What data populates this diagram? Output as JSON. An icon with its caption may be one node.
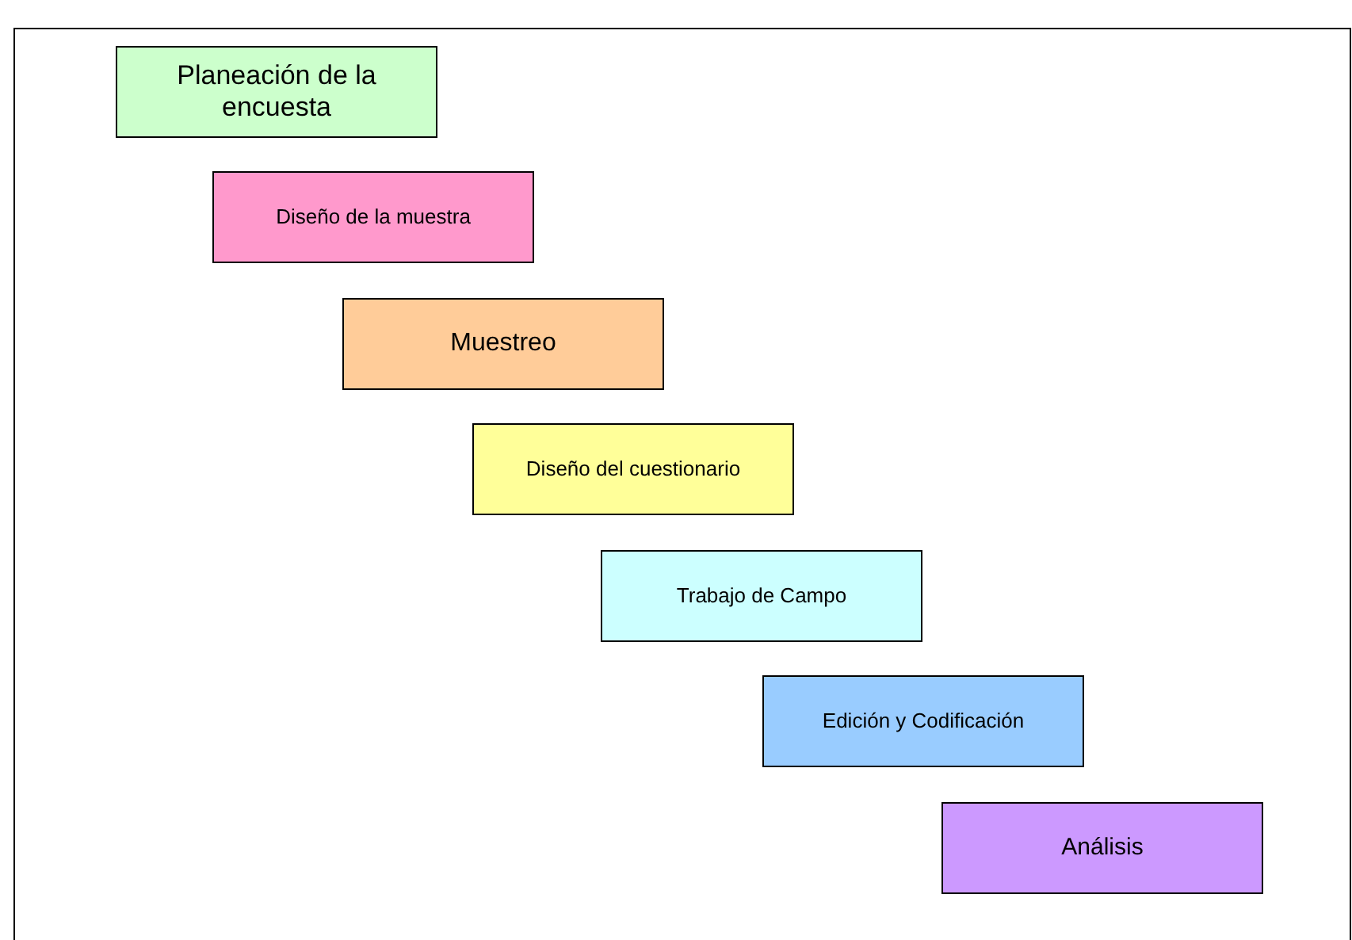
{
  "diagram": {
    "nodes": [
      {
        "text": [
          "Planeación de la encuesta"
        ]
      },
      {
        "text": [
          "Diseño de la muestra"
        ]
      },
      {
        "text": [
          "Muestreo"
        ]
      },
      {
        "text": [
          "Diseño del cuestionario"
        ]
      },
      {
        "text": [
          "Trabajo de Campo"
        ]
      },
      {
        "text": [
          "Edición y Codificación"
        ]
      },
      {
        "text": [
          "Análisis"
        ]
      }
    ],
    "edges": []
  }
}
